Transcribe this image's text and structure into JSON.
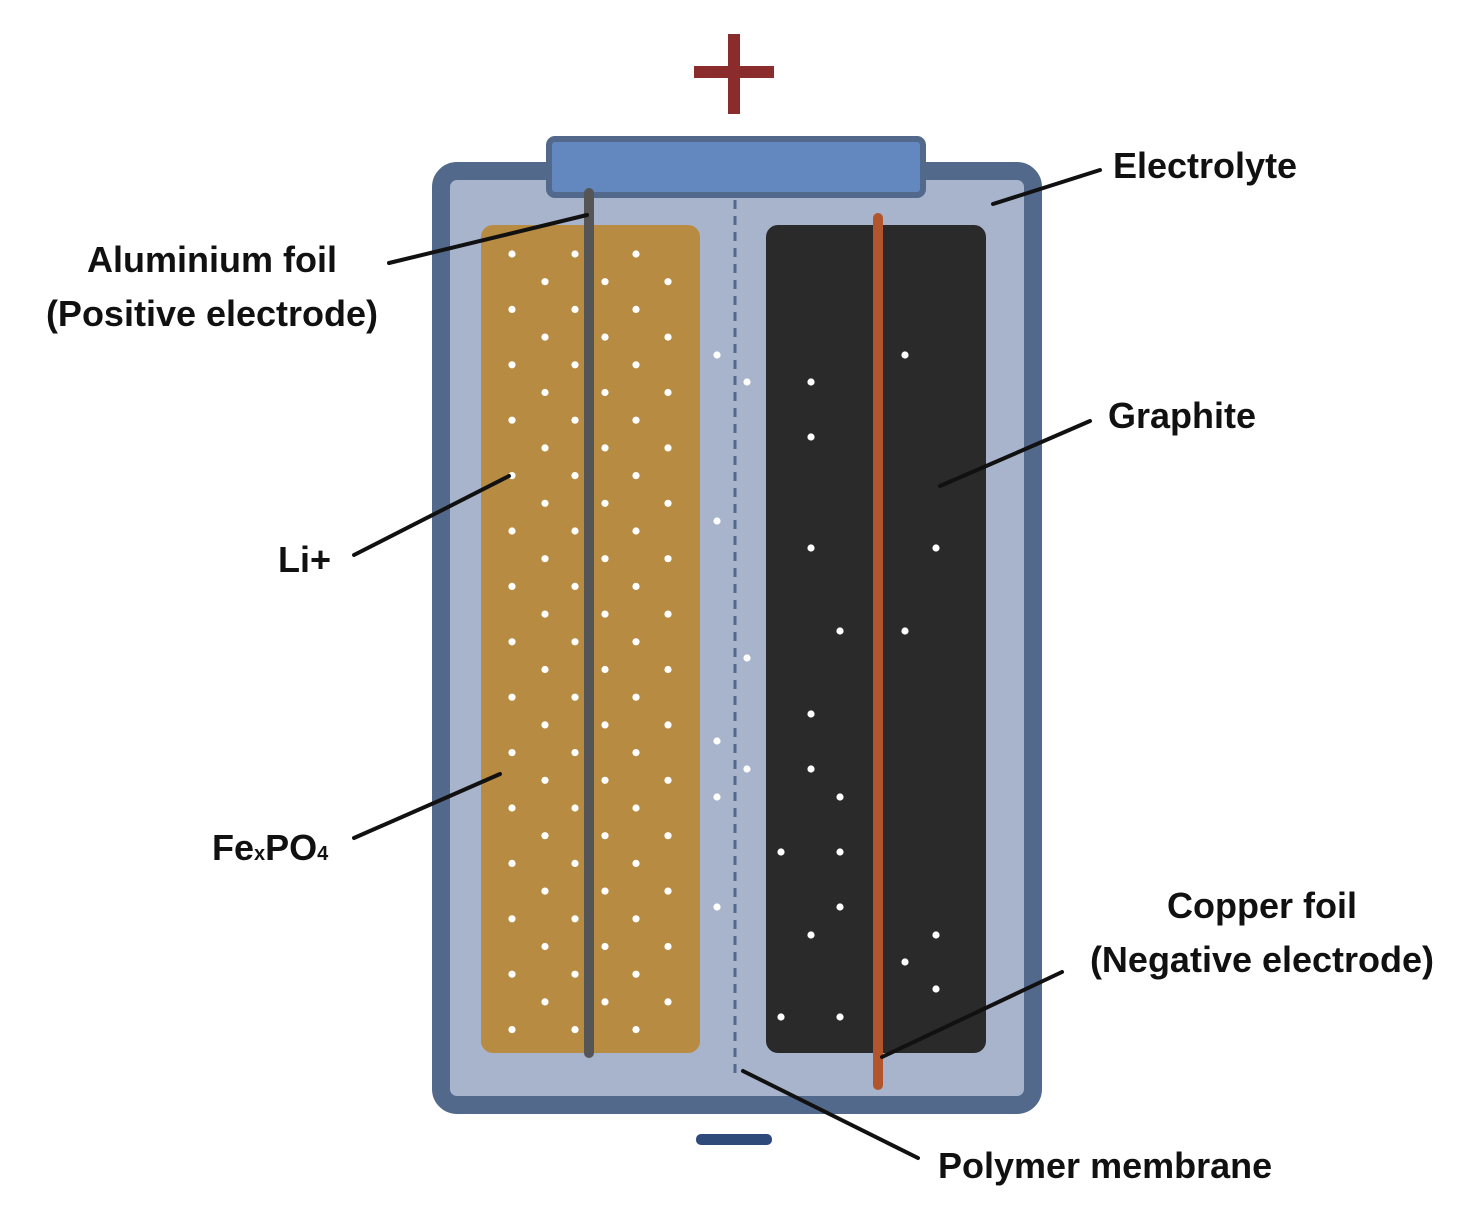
{
  "terminals": {
    "positive_symbol": "+",
    "negative_symbol": "−"
  },
  "labels": {
    "electrolyte": "Electrolyte",
    "aluminium_line1": "Aluminium foil",
    "aluminium_line2": "(Positive electrode)",
    "graphite": "Graphite",
    "li_ion": "Li+",
    "fexpo4_main": "Fe",
    "fexpo4_sub1": "x",
    "fexpo4_mid": "PO",
    "fexpo4_sub2": "4",
    "copper_line1": "Copper foil",
    "copper_line2": "(Negative electrode)",
    "polymer": "Polymer membrane"
  },
  "colors": {
    "casing": "#52698c",
    "electrolyte": "#a7b4cb",
    "cap": "#6288bf",
    "cathode": "#b88b42",
    "anode": "#2a2a2a",
    "aluminium_foil": "#555555",
    "copper_foil": "#b2542c",
    "positive_terminal": "#8b2c2c",
    "negative_terminal": "#2e4a7a",
    "ion": "#ffffff",
    "leader_line": "#111111"
  }
}
